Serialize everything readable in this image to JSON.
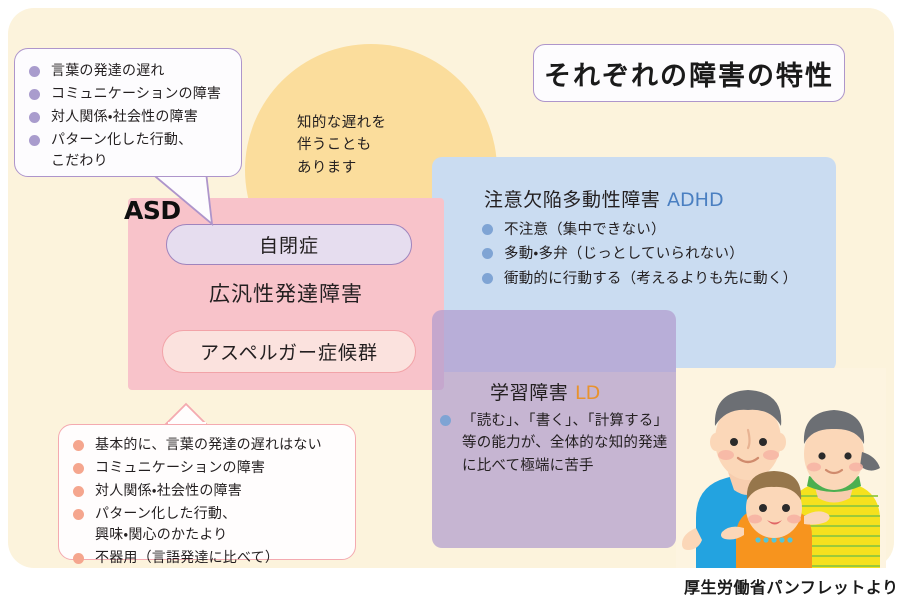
{
  "title": {
    "text": "それぞれの障害の特性"
  },
  "caption": {
    "text": "厚生労働省パンフレットより"
  },
  "circle": {
    "text": "知的な遅れを\n伴うことも\nあります"
  },
  "asd": {
    "abbrev": "ASD",
    "box_title": "広汎性発達障害",
    "pill_autism": "自閉症",
    "pill_asperger": "アスペルガー症候群"
  },
  "callout_top": {
    "items": [
      "言葉の発達の遅れ",
      "コミュニケーションの障害",
      "対人関係・社会性の障害",
      "パターン化した行動、\nこだわり"
    ]
  },
  "callout_bottom": {
    "items": [
      "基本的に、言葉の発達の遅れはない",
      "コミュニケーションの障害",
      "対人関係・社会性の障害",
      "パターン化した行動、\n興味・関心のかたより",
      "不器用（言語発達に比べて）"
    ]
  },
  "adhd": {
    "heading_ja": "注意欠陥多動性障害",
    "heading_en": "ADHD",
    "items": [
      "不注意（集中できない）",
      "多動・多弁（じっとしていられない）",
      "衝動的に行動する（考えるよりも先に動く）"
    ]
  },
  "ld": {
    "heading_ja": "学習障害",
    "heading_en": "LD",
    "items": [
      "「読む」、「書く」、「計算する」\n等の能力が、全体的な知的発達\nに比べて極端に苦手"
    ]
  },
  "colors": {
    "background": "#fcf3dc",
    "circle_orange": "#fbdd9c",
    "pdd_pink": "#f8c3ca",
    "adhd_blue": "#c5d8ef",
    "ld_purple": "#b29dcf",
    "accent_purple": "#ae95cb",
    "accent_pink": "#f4aab0",
    "adhd_label_blue": "#4a7fc1",
    "ld_label_orange": "#e8922e"
  },
  "illustration": {
    "name": "family-illustration",
    "alt": "父・母・幼児のイラスト"
  }
}
